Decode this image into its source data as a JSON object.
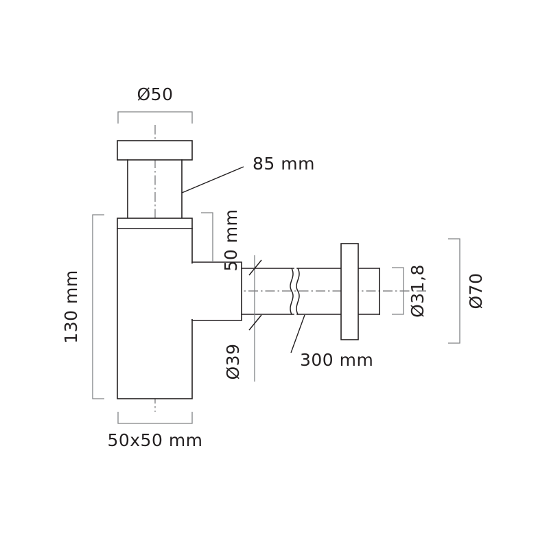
{
  "drawing": {
    "title": "bottle-trap-technical-drawing",
    "background_color": "#ffffff",
    "line_color": "#231f20",
    "dimension_line_color": "#808285",
    "center_line_color": "#6d6e71",
    "dimensions": {
      "top_diameter": "Ø50",
      "tailpiece_length": "85 mm",
      "body_height": "130 mm",
      "body_size": "50x50 mm",
      "outlet_height": "50 mm",
      "outlet_diameter": "Ø39",
      "pipe_length": "300 mm",
      "pipe_diameter": "Ø31,8",
      "flange_diameter": "Ø70"
    }
  }
}
